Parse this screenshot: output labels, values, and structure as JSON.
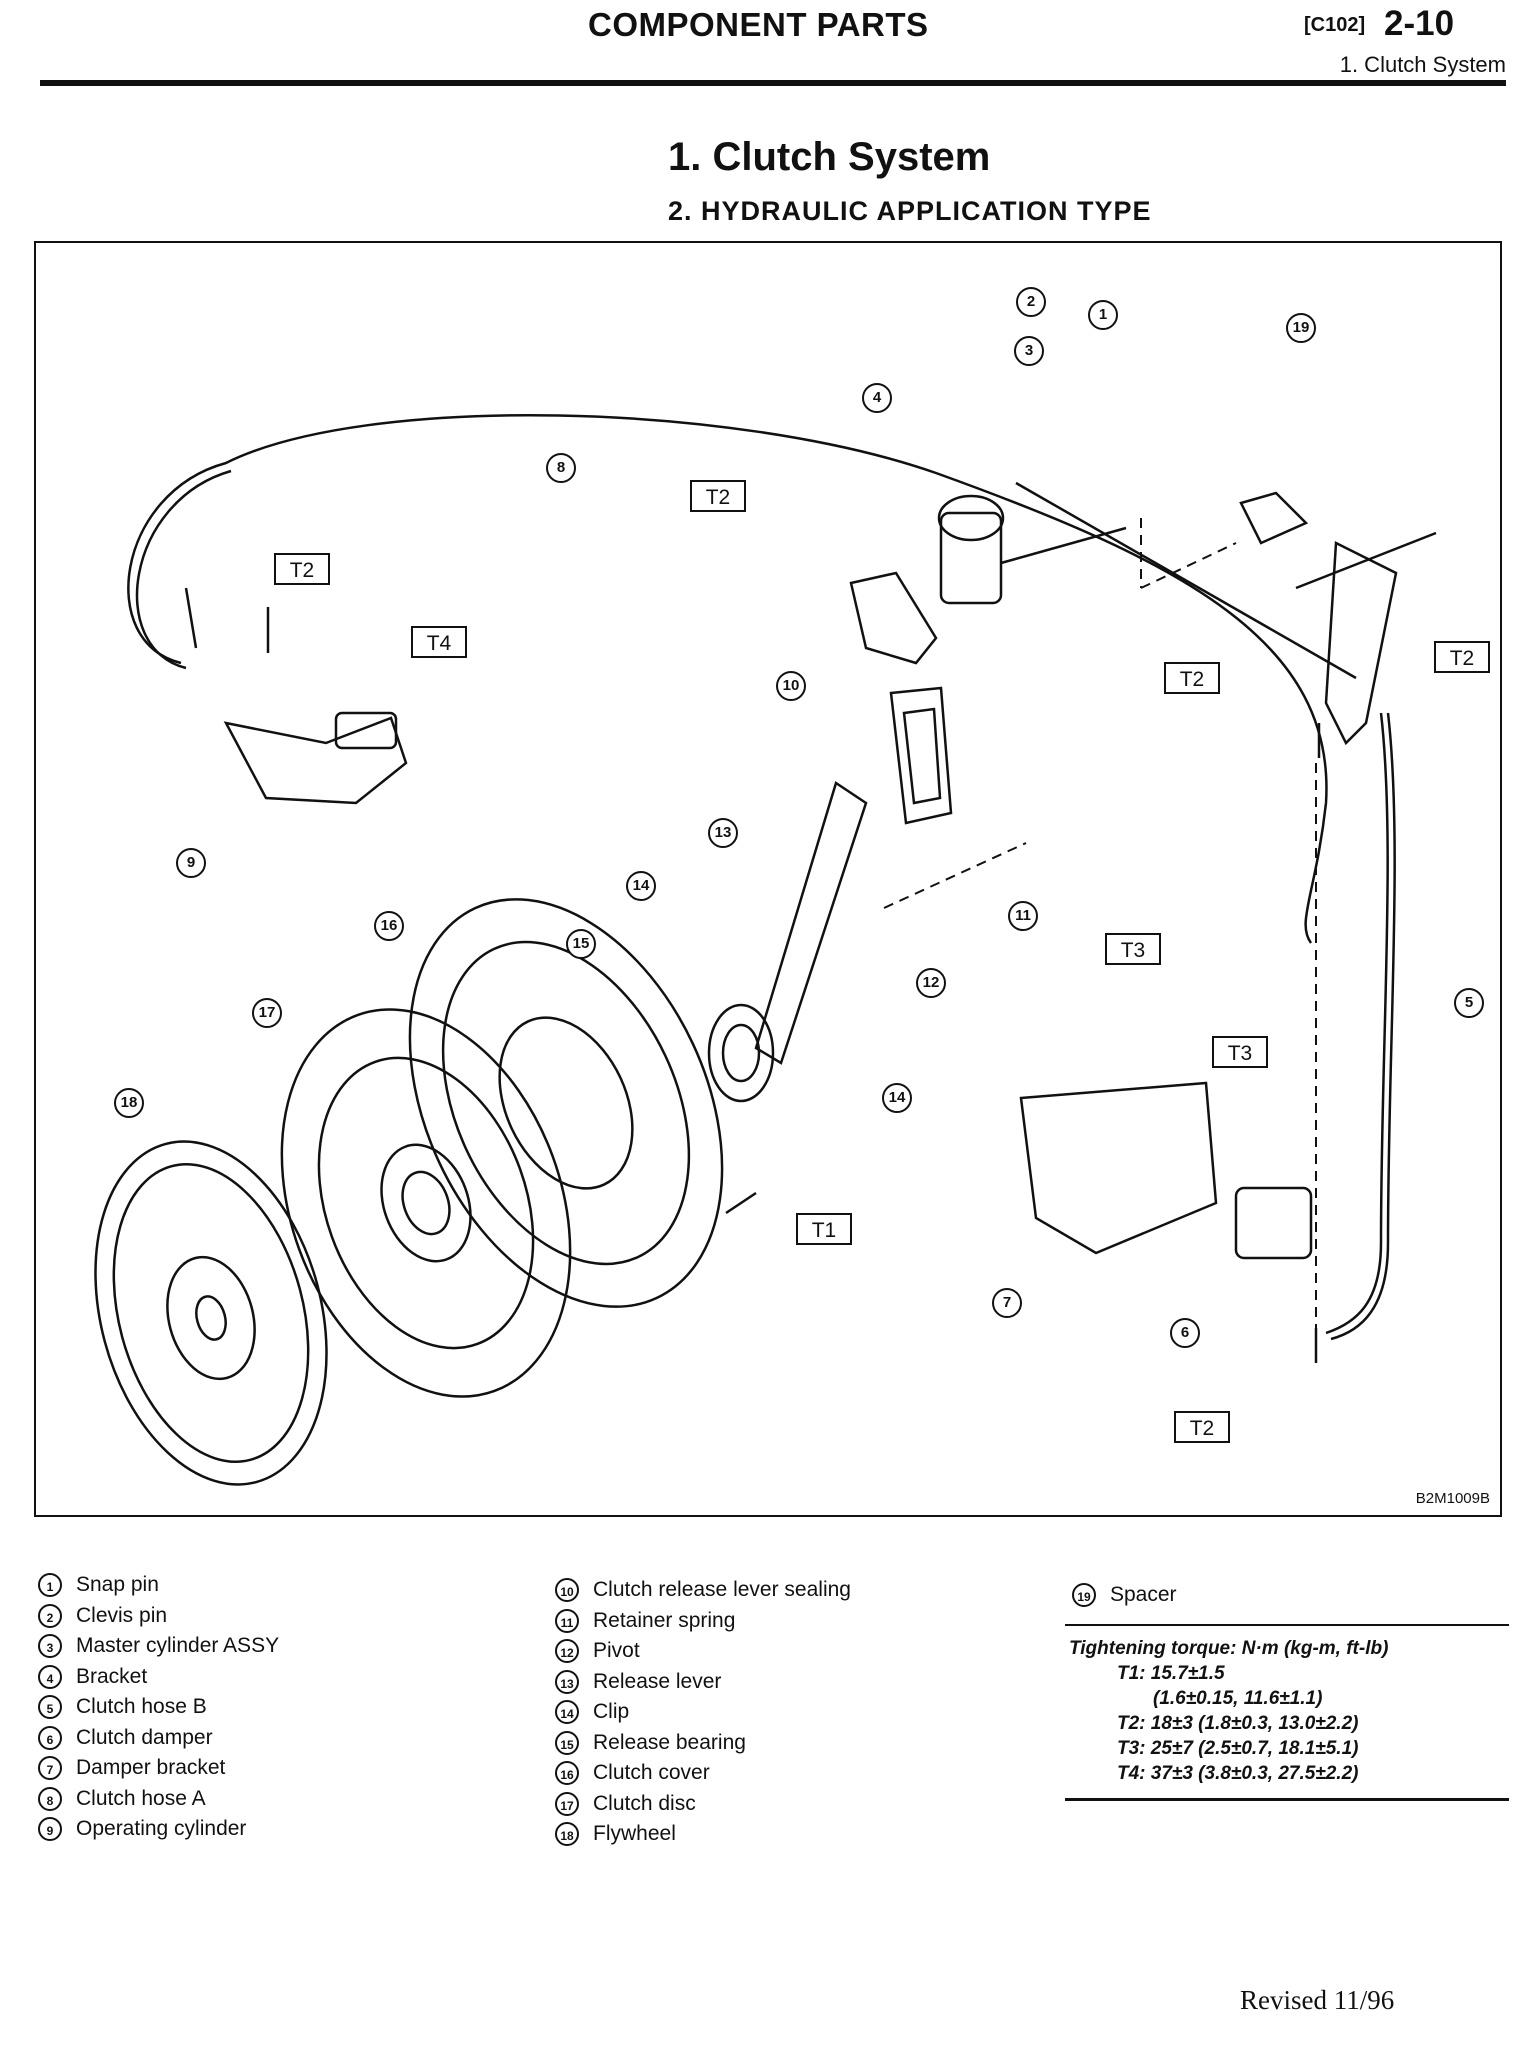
{
  "header": {
    "title": "COMPONENT PARTS",
    "code": "[C102]",
    "page": "2-10",
    "section": "1. Clutch System"
  },
  "section": {
    "title": "1. Clutch System",
    "subtitle": "2. HYDRAULIC APPLICATION TYPE"
  },
  "figure": {
    "code": "B2M1009B",
    "torque_tags": [
      "T1",
      "T2",
      "T3",
      "T4"
    ]
  },
  "legend": {
    "col1": [
      {
        "num": "1",
        "label": "Snap pin"
      },
      {
        "num": "2",
        "label": "Clevis pin"
      },
      {
        "num": "3",
        "label": "Master cylinder ASSY"
      },
      {
        "num": "4",
        "label": "Bracket"
      },
      {
        "num": "5",
        "label": "Clutch hose B"
      },
      {
        "num": "6",
        "label": "Clutch damper"
      },
      {
        "num": "7",
        "label": "Damper bracket"
      },
      {
        "num": "8",
        "label": "Clutch hose A"
      },
      {
        "num": "9",
        "label": "Operating cylinder"
      }
    ],
    "col2": [
      {
        "num": "10",
        "label": "Clutch release lever sealing"
      },
      {
        "num": "11",
        "label": "Retainer spring"
      },
      {
        "num": "12",
        "label": "Pivot"
      },
      {
        "num": "13",
        "label": "Release lever"
      },
      {
        "num": "14",
        "label": "Clip"
      },
      {
        "num": "15",
        "label": "Release bearing"
      },
      {
        "num": "16",
        "label": "Clutch cover"
      },
      {
        "num": "17",
        "label": "Clutch disc"
      },
      {
        "num": "18",
        "label": "Flywheel"
      }
    ],
    "col3": [
      {
        "num": "19",
        "label": "Spacer"
      }
    ]
  },
  "torque": {
    "heading": "Tightening torque: N·m (kg-m, ft-lb)",
    "t1_a": "T1: 15.7±1.5",
    "t1_b": "(1.6±0.15, 11.6±1.1)",
    "t2": "T2: 18±3 (1.8±0.3, 13.0±2.2)",
    "t3": "T3: 25±7 (2.5±0.7, 18.1±5.1)",
    "t4": "T4: 37±3 (3.8±0.3, 27.5±2.2)"
  },
  "footer": {
    "revised": "Revised 11/96"
  }
}
